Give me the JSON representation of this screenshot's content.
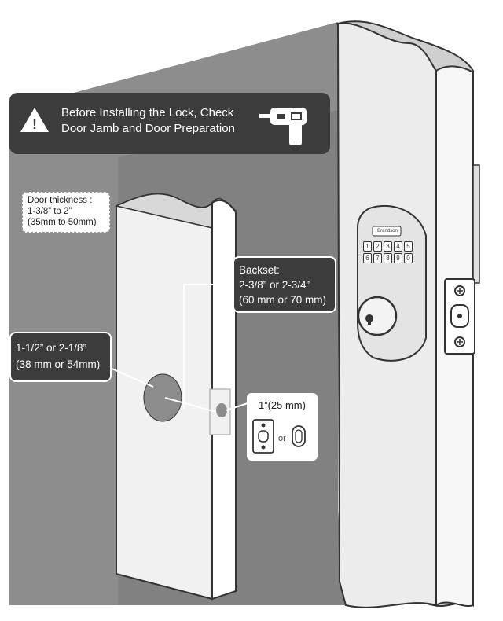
{
  "header": {
    "title_line1": "Before Installing the Lock, Check",
    "title_line2": "Door Jamb and Door Preparation",
    "warning_symbol": "!",
    "icon": "drill-icon"
  },
  "callouts": {
    "door_thickness": {
      "line1": "Door thickness :",
      "line2": "1-3/8” to 2”",
      "line3": "(35mm to 50mm)"
    },
    "backset": {
      "line1": "Backset:",
      "line2": "2-3/8” or 2-3/4”",
      "line3": "(60 mm or 70 mm)"
    },
    "bore_hole": {
      "line1": "1-1/2” or 2-1/8”",
      "line2": "(38 mm or 54mm)"
    },
    "latch_hole": {
      "line1": "1”(25 mm)",
      "or_text": "or"
    }
  },
  "keypad": {
    "brand": "Brandson",
    "keys": [
      "1",
      "2",
      "3",
      "4",
      "5",
      "6",
      "7",
      "8",
      "9",
      "0"
    ]
  },
  "colors": {
    "dark_panel": "#3c3c3c",
    "mid_gray": "#8a8a8a",
    "light_gray": "#b5b5b5",
    "door_face": "#ececec",
    "outline": "#333333"
  }
}
